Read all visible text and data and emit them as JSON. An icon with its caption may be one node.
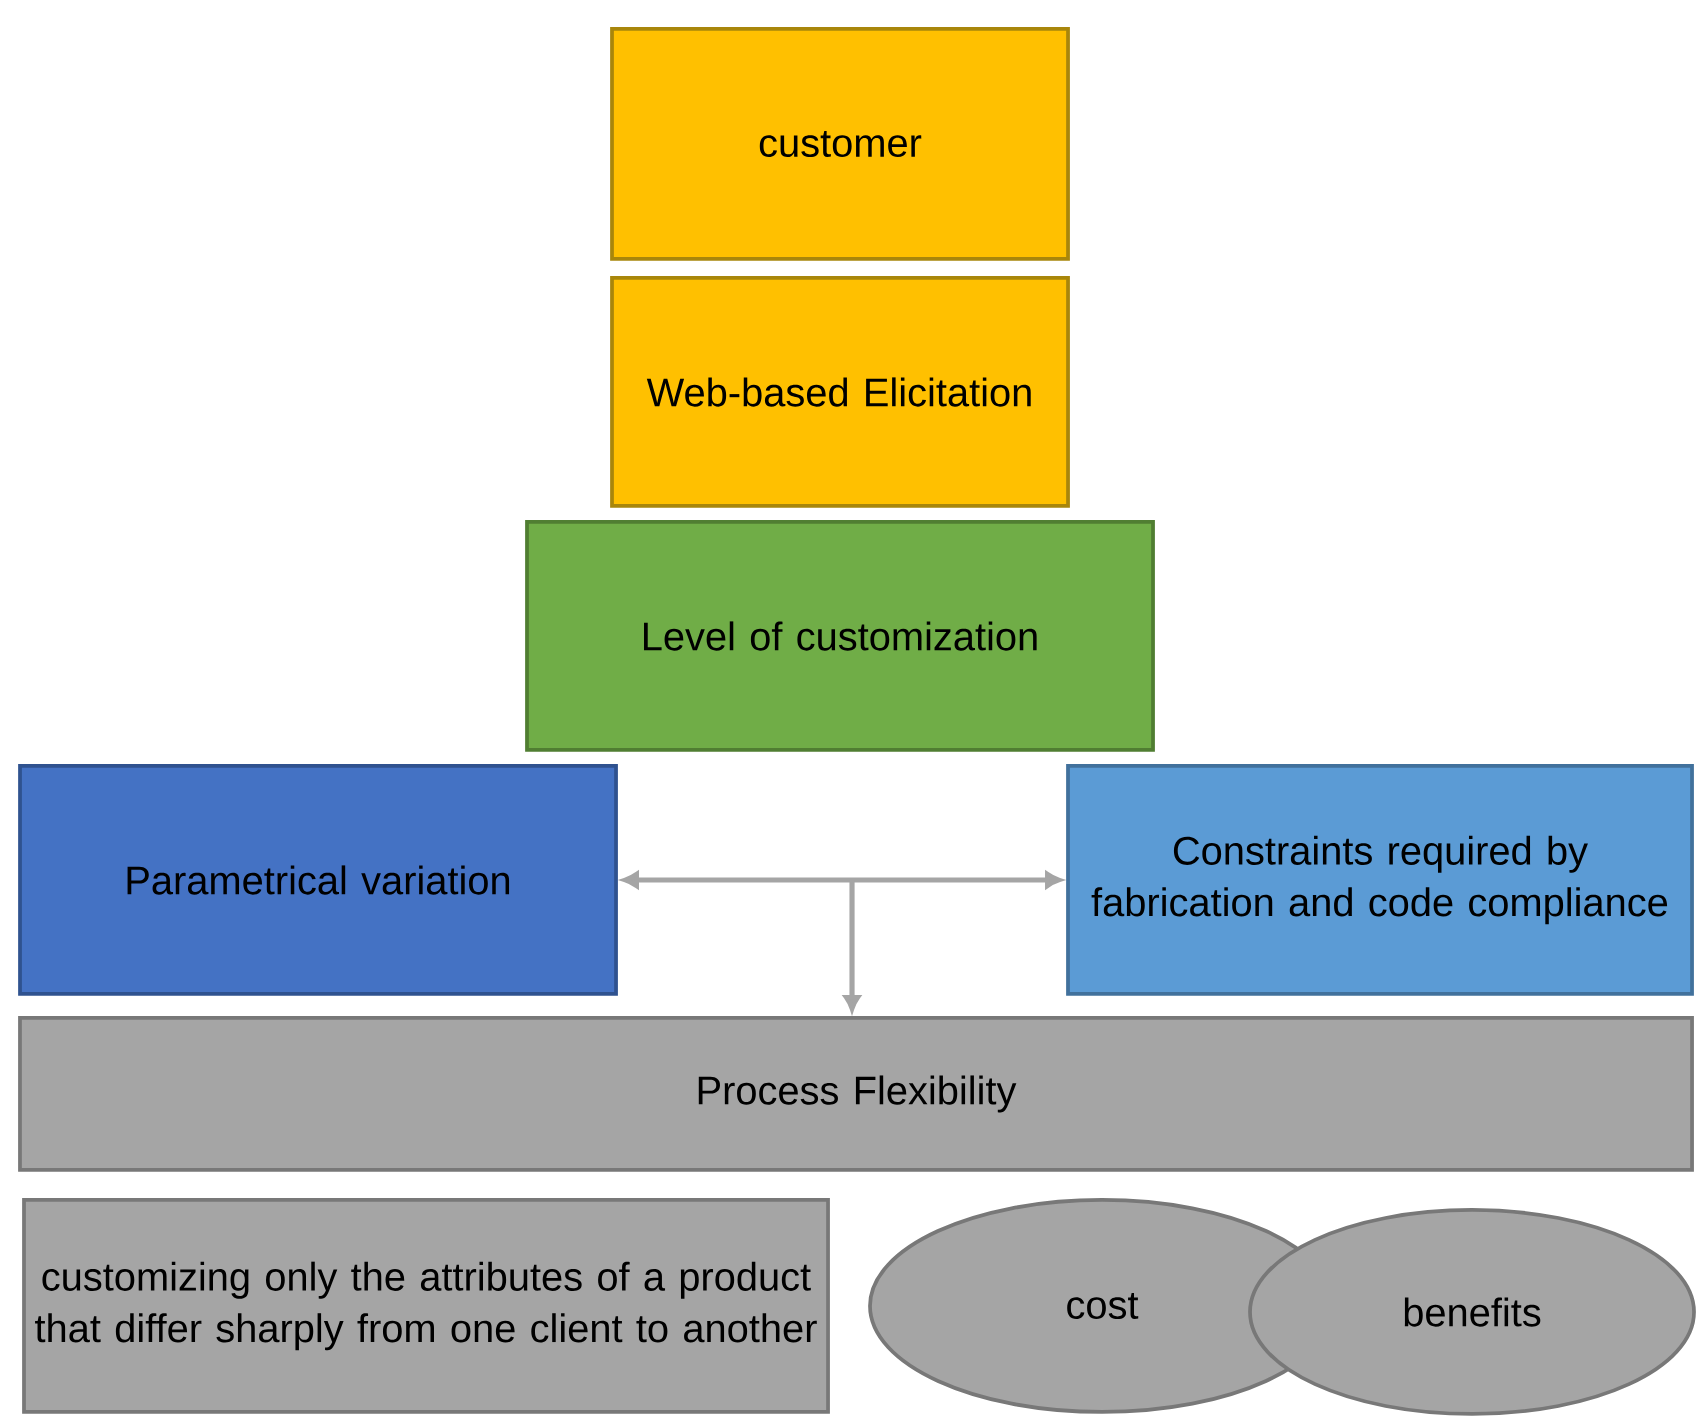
{
  "diagram": {
    "nodes": [
      {
        "text": [
          "customer"
        ]
      },
      {
        "text": [
          "Web-based Elicitation"
        ]
      },
      {
        "text": [
          "Level of customization"
        ]
      },
      {
        "text": [
          "Parametrical variation"
        ]
      },
      {
        "text": [
          "Constraints required by fabrication and code compliance"
        ]
      },
      {
        "text": [
          "Process Flexibility"
        ]
      },
      {
        "text": [
          "customizing only the attributes of a product that differ sharply from one client to another"
        ]
      },
      {
        "text": [
          "cost"
        ]
      },
      {
        "text": [
          "benefits"
        ]
      }
    ],
    "edges": [
      {
        "from": 3,
        "to": 4,
        "arrow": "both"
      },
      {
        "from": null,
        "to": 5,
        "arrow": "to"
      }
    ]
  }
}
